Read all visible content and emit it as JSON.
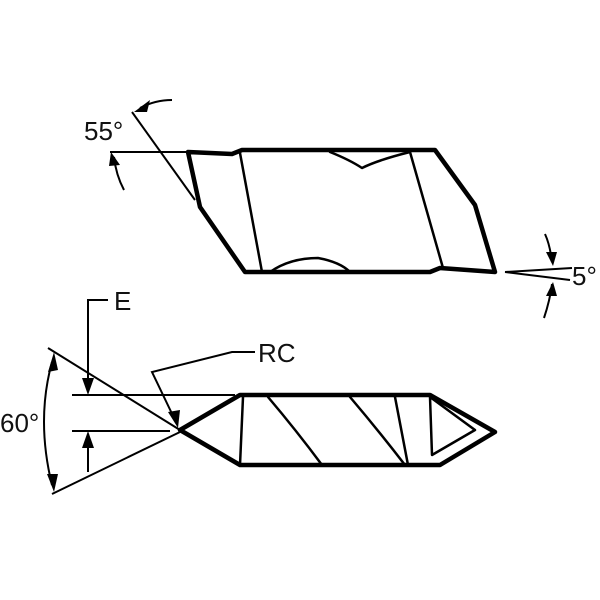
{
  "labels": {
    "angle_top": "55°",
    "angle_right": "5°",
    "dim_e": "E",
    "dim_rc": "RC",
    "angle_left": "60°"
  },
  "colors": {
    "stroke": "#000000",
    "background": "#ffffff"
  }
}
